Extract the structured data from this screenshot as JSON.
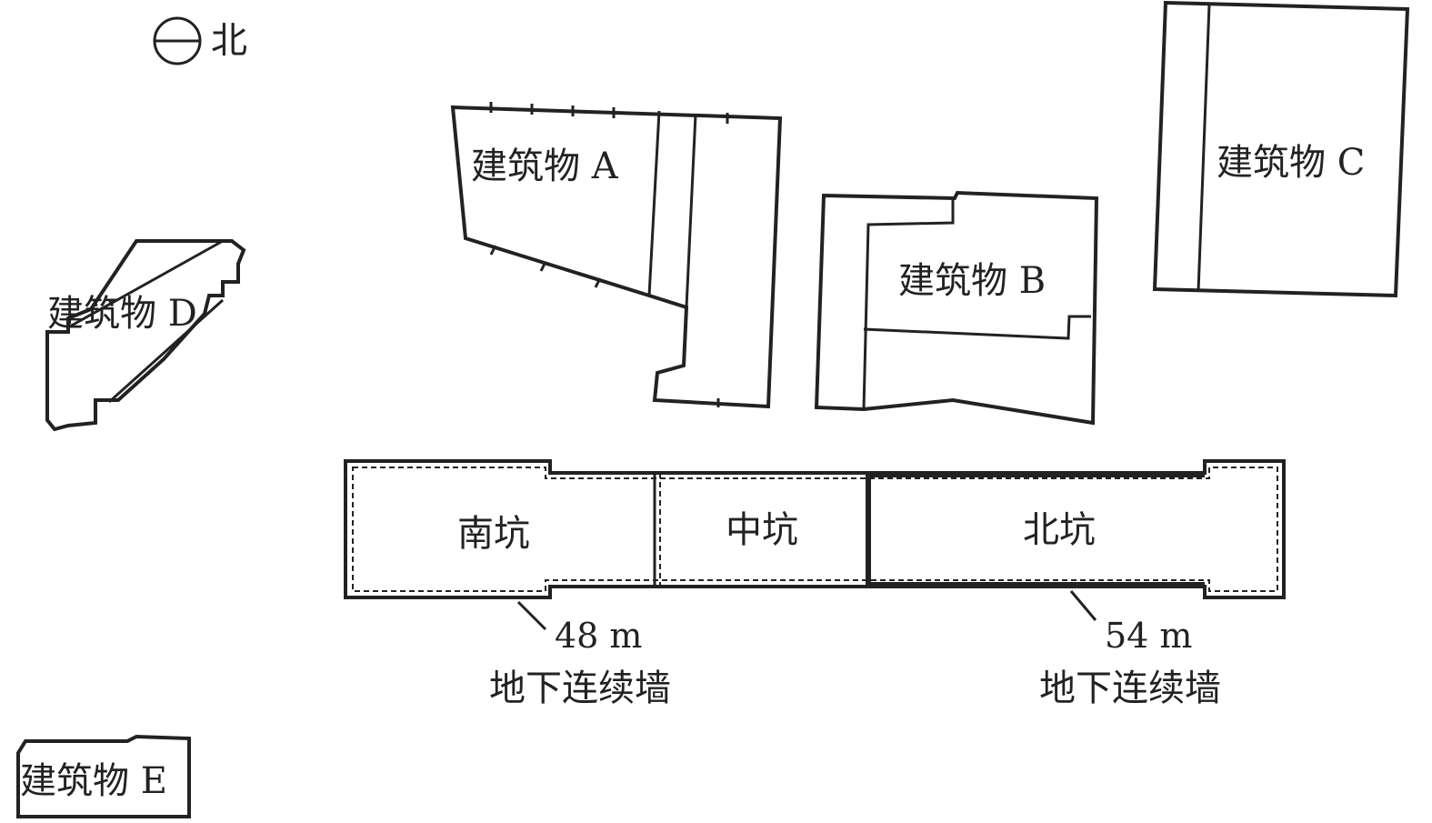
{
  "north": {
    "label": "北"
  },
  "buildings": {
    "a": "建筑物 A",
    "b": "建筑物 B",
    "c": "建筑物 C",
    "d": "建筑物 D",
    "e": "建筑物 E"
  },
  "pits": {
    "south": "南坑",
    "middle": "中坑",
    "north": "北坑"
  },
  "walls": {
    "south_depth": "48 m",
    "south_label": "地下连续墙",
    "north_depth": "54 m",
    "north_label": "地下连续墙"
  }
}
